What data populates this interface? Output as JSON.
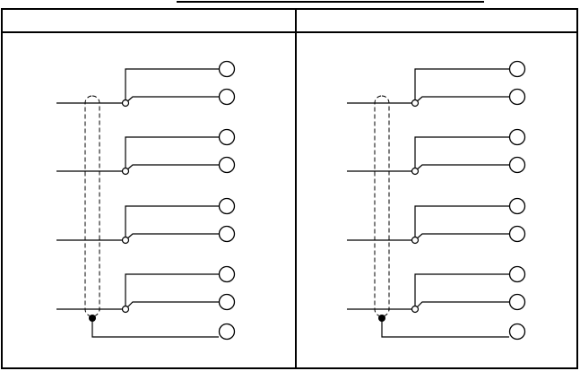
{
  "panels": [
    {
      "id": "left",
      "heading": "",
      "pairs": 4,
      "has_drain": true
    },
    {
      "id": "right",
      "heading": "",
      "pairs": 4,
      "has_drain": true
    }
  ],
  "colors": {
    "line": "#000000",
    "background": "#ffffff"
  }
}
